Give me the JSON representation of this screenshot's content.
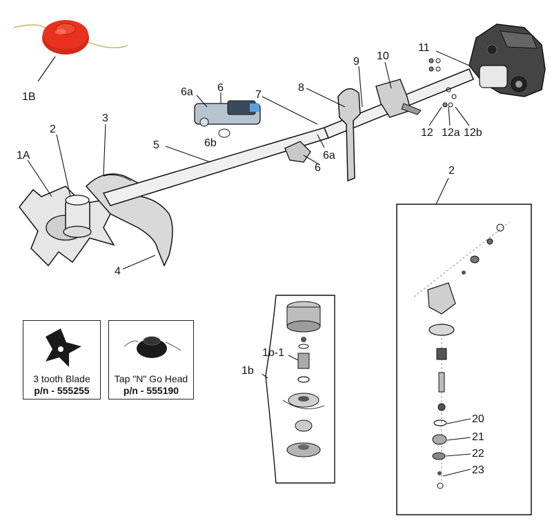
{
  "callouts": {
    "c1B": "1B",
    "c2": "2",
    "c3": "3",
    "c1A": "1A",
    "c5": "5",
    "c4": "4",
    "c6a_top": "6a",
    "c6_top": "6",
    "c6b": "6b",
    "c7": "7",
    "c8": "8",
    "c9": "9",
    "c10": "10",
    "c11": "11",
    "c12": "12",
    "c12a": "12a",
    "c12b": "12b",
    "c6a_low": "6a",
    "c6_low": "6",
    "c2_right": "2",
    "c1b": "1b",
    "c1b1": "1b-1",
    "c20": "20",
    "c21": "21",
    "c22": "22",
    "c23": "23"
  },
  "accessories": {
    "blade": {
      "name": "3 tooth Blade",
      "pn": "p/n - 555255"
    },
    "head": {
      "name": "Tap \"N\" Go Head",
      "pn": "p/n - 555190"
    }
  },
  "colors": {
    "spool_red": "#e8321e",
    "line": "#1a1a1a"
  }
}
